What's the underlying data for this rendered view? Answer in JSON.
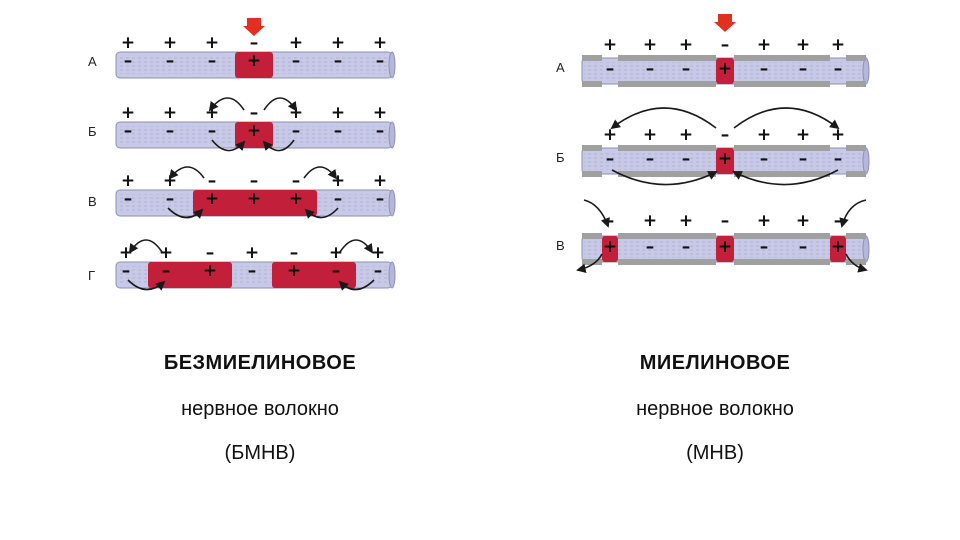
{
  "colors": {
    "axon": "#c8c9e6",
    "axon_stroke": "#8d8fb8",
    "excited": "#c21f3a",
    "myelin": "#a0a0a0",
    "arrow": "#1a1a1a",
    "stimulus": "#e03020"
  },
  "unmyelinated": {
    "rows": [
      {
        "label": "А"
      },
      {
        "label": "Б"
      },
      {
        "label": "В"
      },
      {
        "label": "Г"
      }
    ],
    "caption": {
      "title": "БЕЗМИЕЛИНОВОЕ",
      "subtitle": "нервное волокно",
      "abbr": "(БМНВ)"
    }
  },
  "myelinated": {
    "rows": [
      {
        "label": "А"
      },
      {
        "label": "Б"
      },
      {
        "label": "В"
      }
    ],
    "caption": {
      "title": "МИЕЛИНОВОЕ",
      "subtitle": "нервное волокно",
      "abbr": "(МНВ)"
    }
  },
  "signs": {
    "plus": "+",
    "minus": "–"
  }
}
